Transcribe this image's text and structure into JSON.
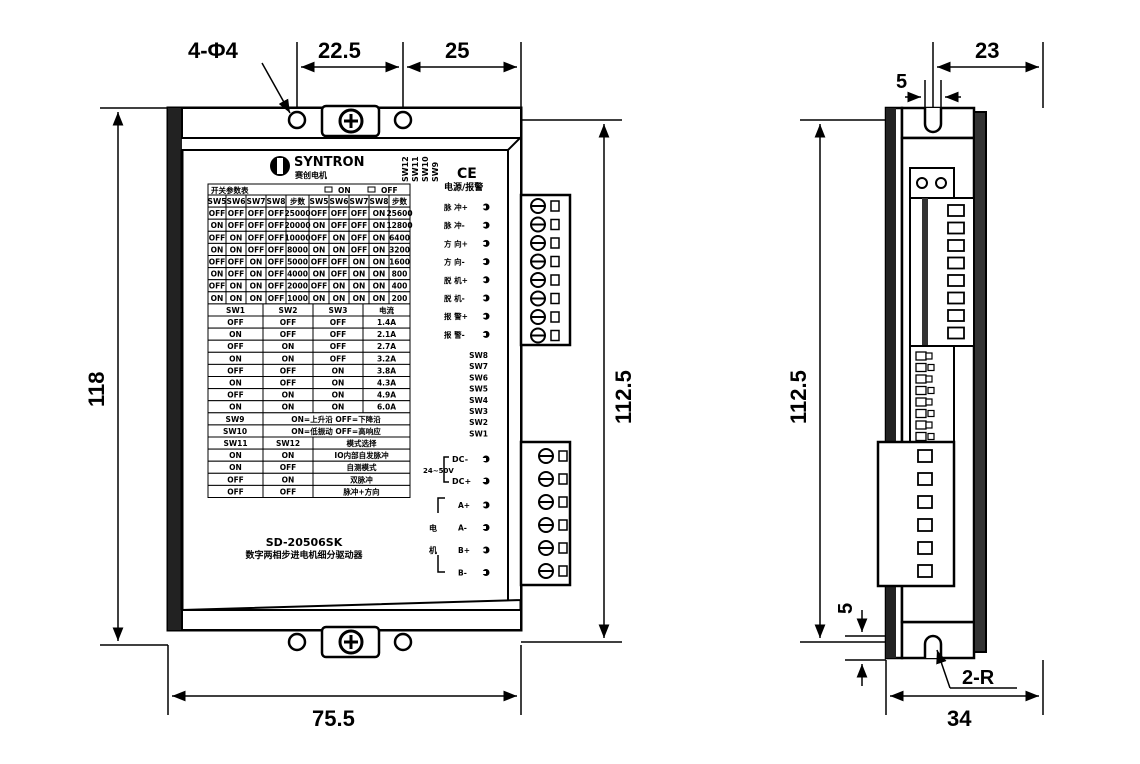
{
  "dimensions": {
    "holes": "4-Φ4",
    "hole_spacing": "22.5",
    "offset_25": "25",
    "height_118": "118",
    "height_112_5_front": "112.5",
    "width_75_5": "75.5",
    "side_23": "23",
    "side_5_top": "5",
    "height_112_5_side": "112.5",
    "side_5_bottom": "5",
    "radius": "2-R",
    "depth_34": "34"
  },
  "brand": {
    "name": "SYNTRON",
    "subtitle": "赛创电机"
  },
  "certification": "CE",
  "switch_table": {
    "title": "开关参数表",
    "on_label": "ON",
    "off_label": "OFF",
    "subdiv_header": [
      "SW5",
      "SW6",
      "SW7",
      "SW8",
      "步数",
      "SW5",
      "SW6",
      "SW7",
      "SW8",
      "步数"
    ],
    "subdiv_rows": [
      [
        "OFF",
        "OFF",
        "OFF",
        "OFF",
        "25000",
        "OFF",
        "OFF",
        "OFF",
        "ON",
        "25600"
      ],
      [
        "ON",
        "OFF",
        "OFF",
        "OFF",
        "20000",
        "ON",
        "OFF",
        "OFF",
        "ON",
        "12800"
      ],
      [
        "OFF",
        "ON",
        "OFF",
        "OFF",
        "10000",
        "OFF",
        "ON",
        "OFF",
        "ON",
        "6400"
      ],
      [
        "ON",
        "ON",
        "OFF",
        "OFF",
        "8000",
        "ON",
        "ON",
        "OFF",
        "ON",
        "3200"
      ],
      [
        "OFF",
        "OFF",
        "ON",
        "OFF",
        "5000",
        "OFF",
        "OFF",
        "ON",
        "ON",
        "1600"
      ],
      [
        "ON",
        "OFF",
        "ON",
        "OFF",
        "4000",
        "ON",
        "OFF",
        "ON",
        "ON",
        "800"
      ],
      [
        "OFF",
        "ON",
        "ON",
        "OFF",
        "2000",
        "OFF",
        "ON",
        "ON",
        "ON",
        "400"
      ],
      [
        "ON",
        "ON",
        "ON",
        "OFF",
        "1000",
        "ON",
        "ON",
        "ON",
        "ON",
        "200"
      ]
    ],
    "current_header": [
      "SW1",
      "SW2",
      "SW3",
      "电流"
    ],
    "current_rows": [
      [
        "OFF",
        "OFF",
        "OFF",
        "1.4A"
      ],
      [
        "ON",
        "OFF",
        "OFF",
        "2.1A"
      ],
      [
        "OFF",
        "ON",
        "OFF",
        "2.7A"
      ],
      [
        "ON",
        "ON",
        "OFF",
        "3.2A"
      ],
      [
        "OFF",
        "OFF",
        "ON",
        "3.8A"
      ],
      [
        "ON",
        "OFF",
        "ON",
        "4.3A"
      ],
      [
        "OFF",
        "ON",
        "ON",
        "4.9A"
      ],
      [
        "ON",
        "ON",
        "ON",
        "6.0A"
      ]
    ],
    "sw9_label": "SW9",
    "sw9_text": "ON=上升沿    OFF=下降沿",
    "sw10_label": "SW10",
    "sw10_text": "ON=低振动    OFF=高响应",
    "mode_header": [
      "SW11",
      "SW12",
      "模式选择"
    ],
    "mode_rows": [
      [
        "ON",
        "ON",
        "IO内部自发脉冲"
      ],
      [
        "ON",
        "OFF",
        "自测模式"
      ],
      [
        "OFF",
        "ON",
        "双脉冲"
      ],
      [
        "OFF",
        "OFF",
        "脉冲+方向"
      ]
    ]
  },
  "model": "SD-20506SK",
  "description": "数字两相步进电机细分驱动器",
  "top_switches": [
    "SW12",
    "SW11",
    "SW10",
    "SW9"
  ],
  "signal_header": "电源/报警",
  "signal_terminals": [
    "脉 冲+",
    "脉 冲-",
    "方 向+",
    "方 向-",
    "脱 机+",
    "脱 机-",
    "报  警+",
    "报  警-"
  ],
  "dip_switches": [
    "SW8",
    "SW7",
    "SW6",
    "SW5",
    "SW4",
    "SW3",
    "SW2",
    "SW1"
  ],
  "power": {
    "dc_minus": "DC-",
    "dc_plus": "DC+",
    "voltage": "24~50V"
  },
  "motor": {
    "label_1": "电",
    "label_2": "机",
    "terminals": [
      "A+",
      "A-",
      "B+",
      "B-"
    ]
  }
}
